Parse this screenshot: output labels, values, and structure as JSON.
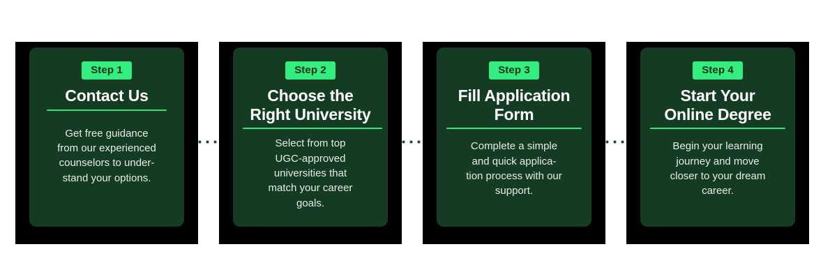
{
  "colors": {
    "page_background": "#ffffff",
    "frame": "#000000",
    "card_background": "#133c22",
    "badge_background": "#31ee7f",
    "badge_text": "#0c2d19",
    "title_text": "#ffffff",
    "rule": "#2fe67c",
    "body_text": "#eaeaea",
    "connector_dot": "#1d4a2c"
  },
  "steps": [
    {
      "badge": "Step 1",
      "title": "Contact Us",
      "description": "Get free guidance\nfrom our experienced\ncounselors to under-\nstand your options."
    },
    {
      "badge": "Step 2",
      "title": "Choose the\nRight University",
      "description": "Select from top\nUGC-approved\nuniversities that\nmatch your career\ngoals."
    },
    {
      "badge": "Step 3",
      "title": "Fill Application\nForm",
      "description": "Complete a simple\nand quick applica-\ntion process with our\nsupport."
    },
    {
      "badge": "Step 4",
      "title": "Start Your\nOnline Degree",
      "description": "Begin your learning\njourney and move\ncloser to your dream\ncareer."
    }
  ],
  "connectors": [
    {
      "from": "Step 1",
      "to": "Step 2"
    },
    {
      "from": "Step 2",
      "to": "Step 3"
    },
    {
      "from": "Step 3",
      "to": "Step 4"
    }
  ]
}
